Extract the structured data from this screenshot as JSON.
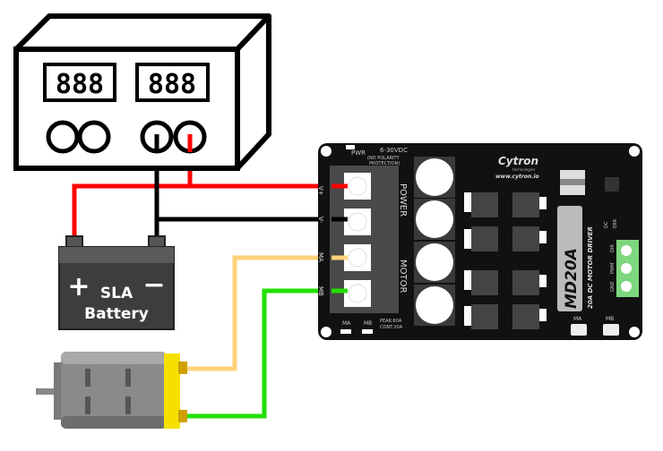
{
  "power_supply": {
    "display_left": "888",
    "display_right": "888"
  },
  "battery": {
    "plus": "+",
    "minus": "−",
    "line1": "SLA",
    "line2": "Battery"
  },
  "board": {
    "pwr": "PWR",
    "voltage": "6-30VDC",
    "no_polarity_1": "(NO POLARITY",
    "no_polarity_2": "PROTECTION)",
    "power_label": "POWER",
    "motor_label": "MOTOR",
    "terminals": [
      "V+",
      "V-",
      "MA",
      "MB"
    ],
    "ma": "MA",
    "mb": "MB",
    "peak": "PEAK:60A",
    "cont": "CONT:20A",
    "brand": "Cytron",
    "brand_sub": "technologies",
    "url": "www.cytron.io",
    "model": "MD20A",
    "description": "20A DC MOTOR DRIVER",
    "pins": [
      "DIR",
      "PWM",
      "GND"
    ],
    "dc": "DC",
    "err": "ERR",
    "btn_ma": "MA",
    "btn_mb": "MB"
  },
  "colors": {
    "positive_wire": "#ff0000",
    "negative_wire": "#000000",
    "motor_a_wire": "#ffd27a",
    "motor_b_wire": "#22e000",
    "connector": "#7ed67e",
    "motor_cap": "#f5e000"
  }
}
